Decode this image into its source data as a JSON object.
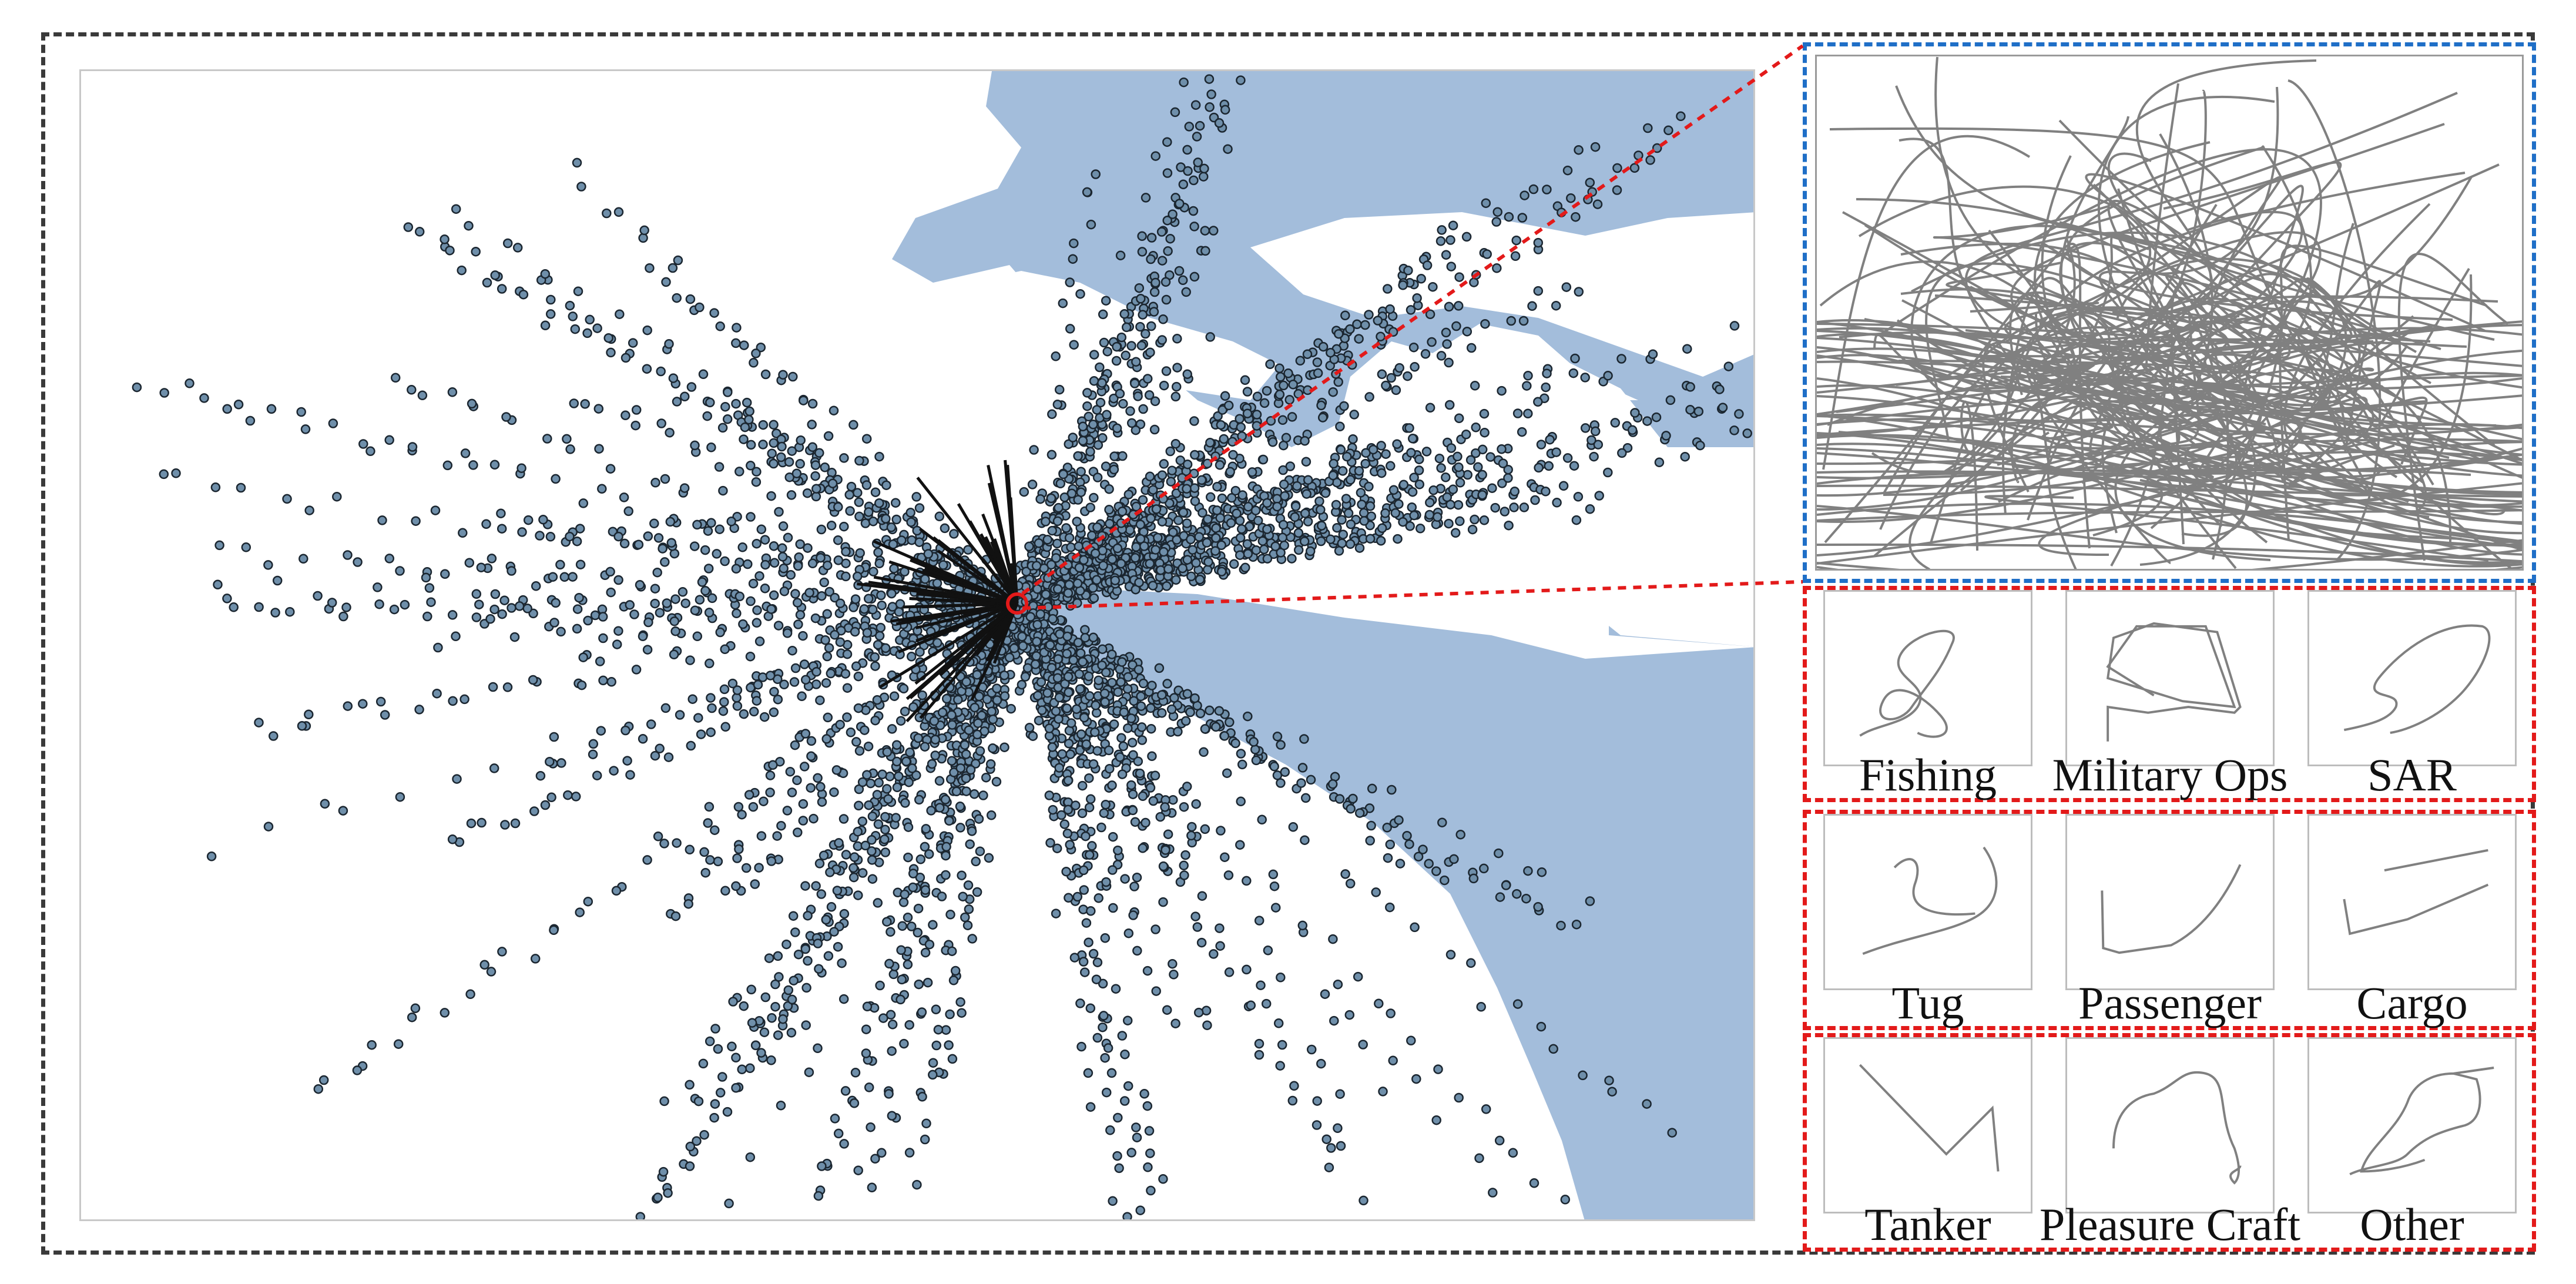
{
  "figure": {
    "background": "#ffffff",
    "map": {
      "sea_color": "#a3bddb",
      "land_color": "#ffffff",
      "point_fill": "#6f8faa",
      "point_stroke": "#1b2630",
      "highlight_color": "#e31a1a"
    },
    "zoom_panel": {
      "border_color": "#1f6fc7",
      "trajectory_color": "#808080"
    },
    "category_panels": {
      "border_color": "#e31a1a",
      "groups": [
        {
          "items": [
            {
              "label": "Fishing"
            },
            {
              "label": "Military Ops"
            },
            {
              "label": "SAR"
            }
          ]
        },
        {
          "items": [
            {
              "label": "Tug"
            },
            {
              "label": "Passenger"
            },
            {
              "label": "Cargo"
            }
          ]
        },
        {
          "items": [
            {
              "label": "Tanker"
            },
            {
              "label": "Pleasure Craft"
            },
            {
              "label": "Other"
            }
          ]
        }
      ]
    }
  }
}
